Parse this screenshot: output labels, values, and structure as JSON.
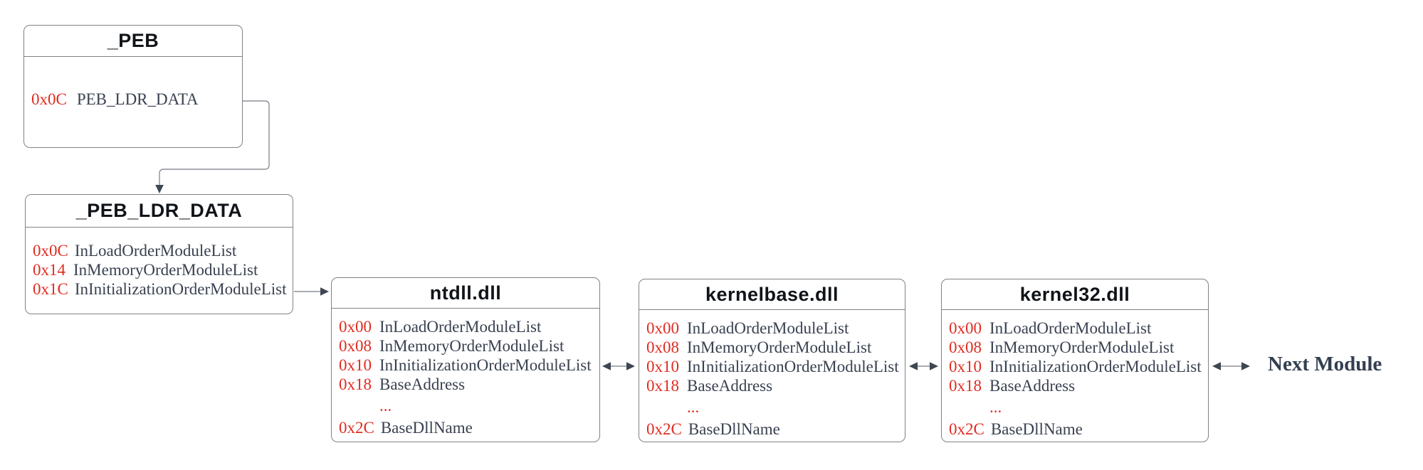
{
  "colors": {
    "offset_text": "#e02b20",
    "field_text": "#394150",
    "title_text": "#101418",
    "box_border": "#828282",
    "arrow_line": "#8c9197",
    "arrow_head": "#3e4652",
    "next_module_text": "#333f50",
    "background": "#ffffff"
  },
  "boxes": {
    "peb": {
      "title": "_PEB",
      "fields": [
        {
          "offset": "0x0C",
          "name": "PEB_LDR_DATA"
        }
      ]
    },
    "peb_ldr_data": {
      "title": "_PEB_LDR_DATA",
      "fields": [
        {
          "offset": "0x0C",
          "name": "InLoadOrderModuleList"
        },
        {
          "offset": "0x14",
          "name": "InMemoryOrderModuleList"
        },
        {
          "offset": "0x1C",
          "name": "InInitializationOrderModuleList"
        }
      ]
    },
    "ntdll": {
      "title": "ntdll.dll",
      "fields": [
        {
          "offset": "0x00",
          "name": "InLoadOrderModuleList"
        },
        {
          "offset": "0x08",
          "name": "InMemoryOrderModuleList"
        },
        {
          "offset": "0x10",
          "name": "InInitializationOrderModuleList"
        },
        {
          "offset": "0x18",
          "name": "BaseAddress"
        },
        {
          "offset": "",
          "name": "..."
        },
        {
          "offset": "0x2C",
          "name": "BaseDllName"
        }
      ]
    },
    "kernelbase": {
      "title": "kernelbase.dll",
      "fields": [
        {
          "offset": "0x00",
          "name": "InLoadOrderModuleList"
        },
        {
          "offset": "0x08",
          "name": "InMemoryOrderModuleList"
        },
        {
          "offset": "0x10",
          "name": "InInitializationOrderModuleList"
        },
        {
          "offset": "0x18",
          "name": "BaseAddress"
        },
        {
          "offset": "",
          "name": "..."
        },
        {
          "offset": "0x2C",
          "name": "BaseDllName"
        }
      ]
    },
    "kernel32": {
      "title": "kernel32.dll",
      "fields": [
        {
          "offset": "0x00",
          "name": "InLoadOrderModuleList"
        },
        {
          "offset": "0x08",
          "name": "InMemoryOrderModuleList"
        },
        {
          "offset": "0x10",
          "name": "InInitializationOrderModuleList"
        },
        {
          "offset": "0x18",
          "name": "BaseAddress"
        },
        {
          "offset": "",
          "name": "..."
        },
        {
          "offset": "0x2C",
          "name": "BaseDllName"
        }
      ]
    }
  },
  "next_module_label": "Next Module"
}
